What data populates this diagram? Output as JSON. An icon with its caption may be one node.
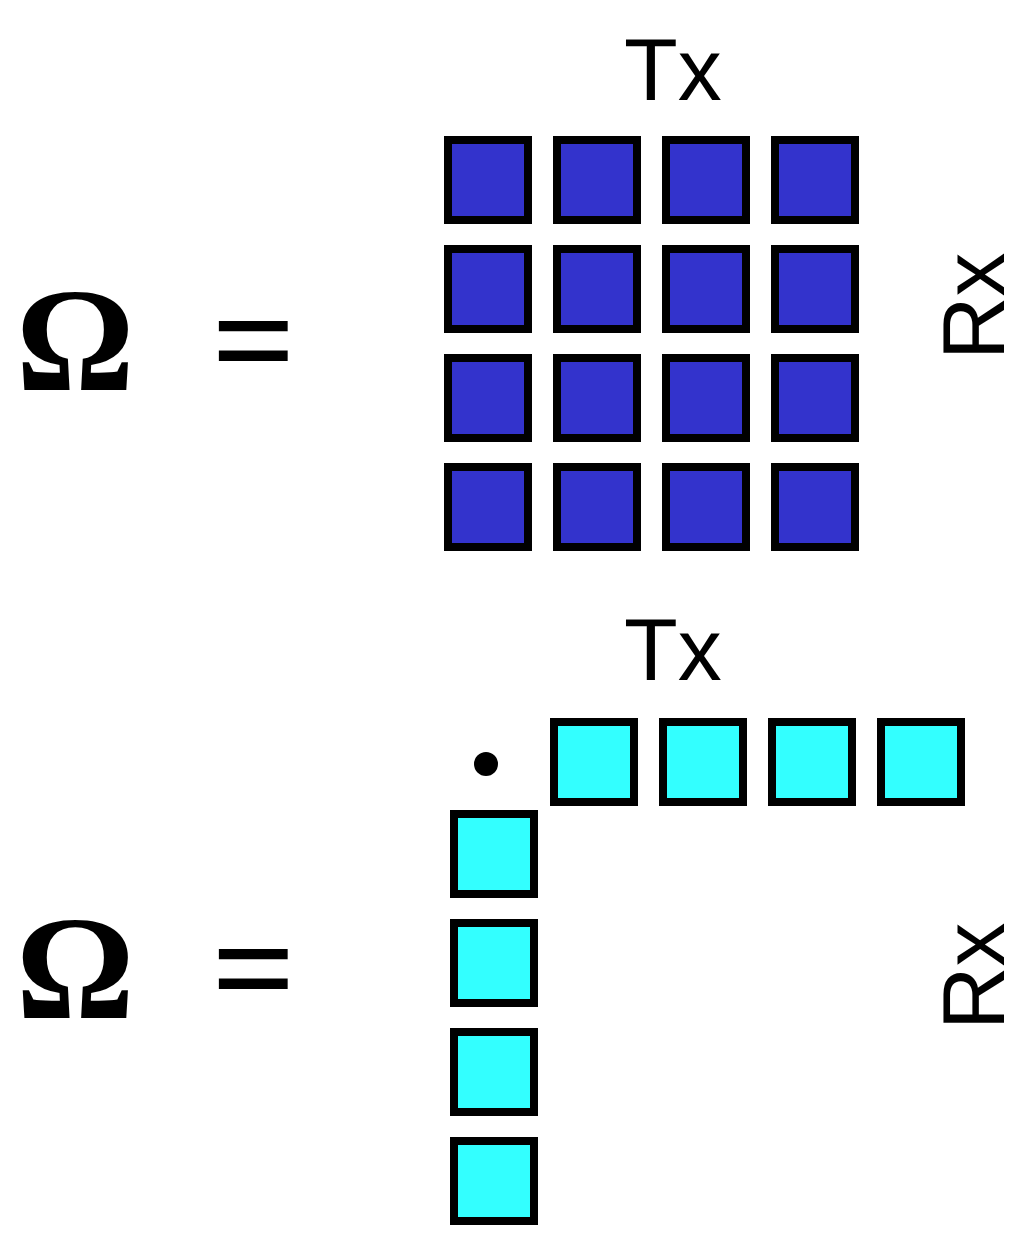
{
  "diagram": {
    "labels": [
      "Tx",
      "Ω =",
      "Rx",
      "Tx",
      "Ω =",
      "Rx"
    ]
  }
}
